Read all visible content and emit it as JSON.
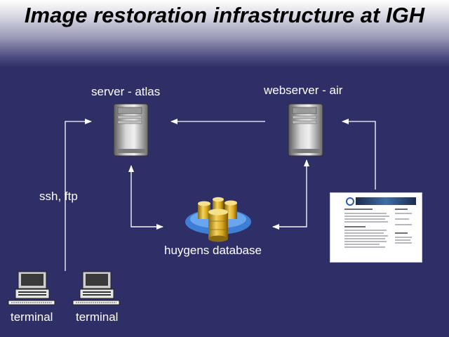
{
  "title": "Image restoration infrastructure at IGH",
  "nodes": {
    "server": {
      "label": "server - atlas"
    },
    "webserver": {
      "label": "webserver - air"
    },
    "database": {
      "label": "huygens database"
    },
    "terminal_1": {
      "label": "terminal"
    },
    "terminal_2": {
      "label": "terminal"
    }
  },
  "edges": {
    "terminal_link": {
      "label": "ssh, ftp"
    }
  },
  "colors": {
    "background": "#2e2f66",
    "line": "#ffffff",
    "text": "#ffffff",
    "title": "#000000"
  },
  "icons": {
    "server": "server-tower-icon",
    "webserver": "server-tower-icon",
    "database": "database-cylinders-icon",
    "terminal": "computer-terminal-icon",
    "web_page": "web-page-screenshot"
  }
}
